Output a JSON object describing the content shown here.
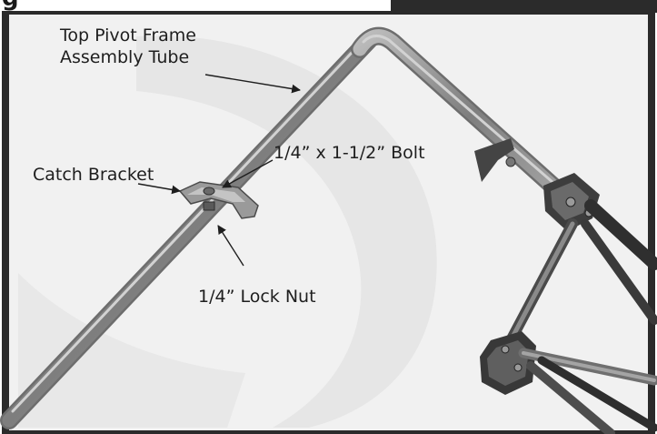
{
  "figure": {
    "heading_fragment": "g",
    "callouts": {
      "top_pivot_frame": {
        "line1": "Top Pivot Frame",
        "line2": "Assembly Tube"
      },
      "bolt": "1/4” x 1-1/2” Bolt",
      "catch_bracket": "Catch Bracket",
      "lock_nut": "1/4” Lock Nut"
    }
  },
  "colors": {
    "frame_border": "#2b2b2b",
    "photo_background": "#f1f1f1",
    "watermark": "#e4e4e4",
    "tube": "#8c8c8c",
    "dark_tube": "#3a3a3a",
    "label_text": "#1e1e1e",
    "arrow": "#1e1e1e"
  }
}
